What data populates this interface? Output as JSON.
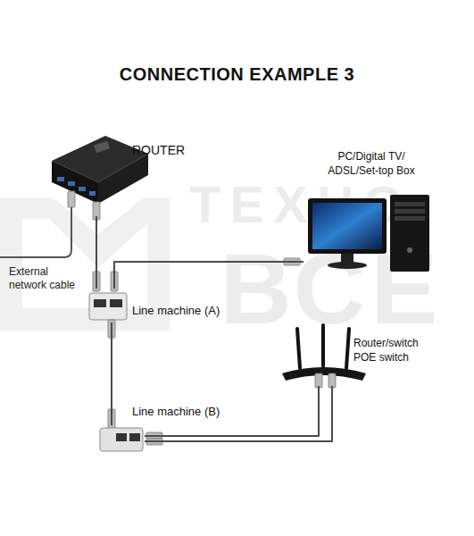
{
  "diagram": {
    "title": "CONNECTION EXAMPLE 3",
    "nodes": [
      {
        "text": [
          "ROUTER"
        ]
      },
      {
        "text": [
          "PC/Digital TV/ ADSL/Set-top Box"
        ]
      },
      {
        "text": [
          "Line machine (A)"
        ]
      },
      {
        "text": [
          "Router/switch POE switch"
        ]
      },
      {
        "text": [
          "Line machine (B)"
        ]
      }
    ],
    "edges": [
      {
        "from": 0,
        "to": 2,
        "arrow": "none"
      },
      {
        "from": 1,
        "to": 2,
        "arrow": "none"
      },
      {
        "from": 2,
        "to": 4,
        "arrow": "none"
      },
      {
        "from": 4,
        "to": 3,
        "arrow": "none"
      },
      {
        "from": 4,
        "to": 3,
        "arrow": "none"
      }
    ],
    "labels": [
      "External network cable",
      "ТЕХНО",
      "ВСЕ"
    ]
  }
}
